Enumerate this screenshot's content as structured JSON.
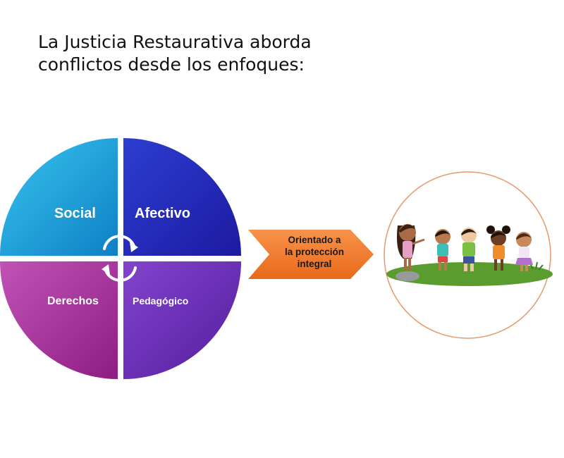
{
  "slide": {
    "title_line1": "La Justicia Restaurativa aborda",
    "title_line2": "conflictos desde los enfoques:"
  },
  "cycle": {
    "quadrants": [
      {
        "label": "Social",
        "color": "#1a9bd7"
      },
      {
        "label": "Afectivo",
        "color": "#2a2fb8"
      },
      {
        "label": "Derechos",
        "color": "#a62a8f"
      },
      {
        "label": "Pedagógico",
        "color": "#6a2cb3"
      }
    ]
  },
  "arrow": {
    "line1": "Orientado a",
    "line2": "la protección",
    "line3": "integral",
    "color": "#f07a2a"
  },
  "illustration": {
    "icon": "children-playing-illustration",
    "border_color": "#e59a6c",
    "ground_color": "#5a9c2e"
  }
}
